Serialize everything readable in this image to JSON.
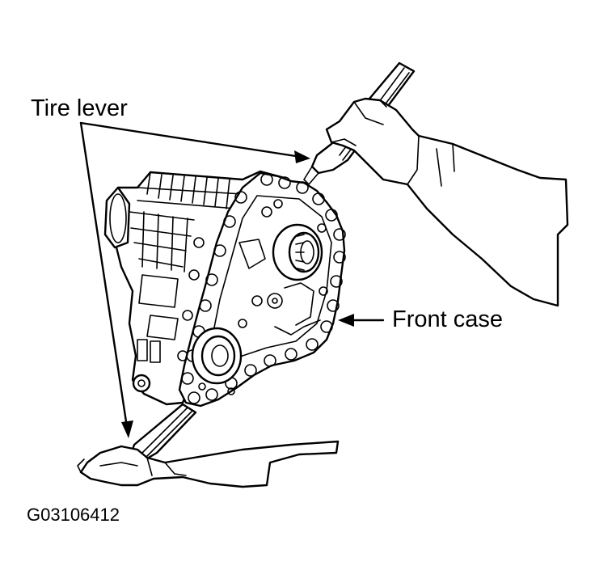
{
  "labels": {
    "tire_lever": "Tire lever",
    "front_case": "Front case",
    "figure_code": "G03106412"
  },
  "colors": {
    "ink": "#000000",
    "background": "#ffffff"
  }
}
